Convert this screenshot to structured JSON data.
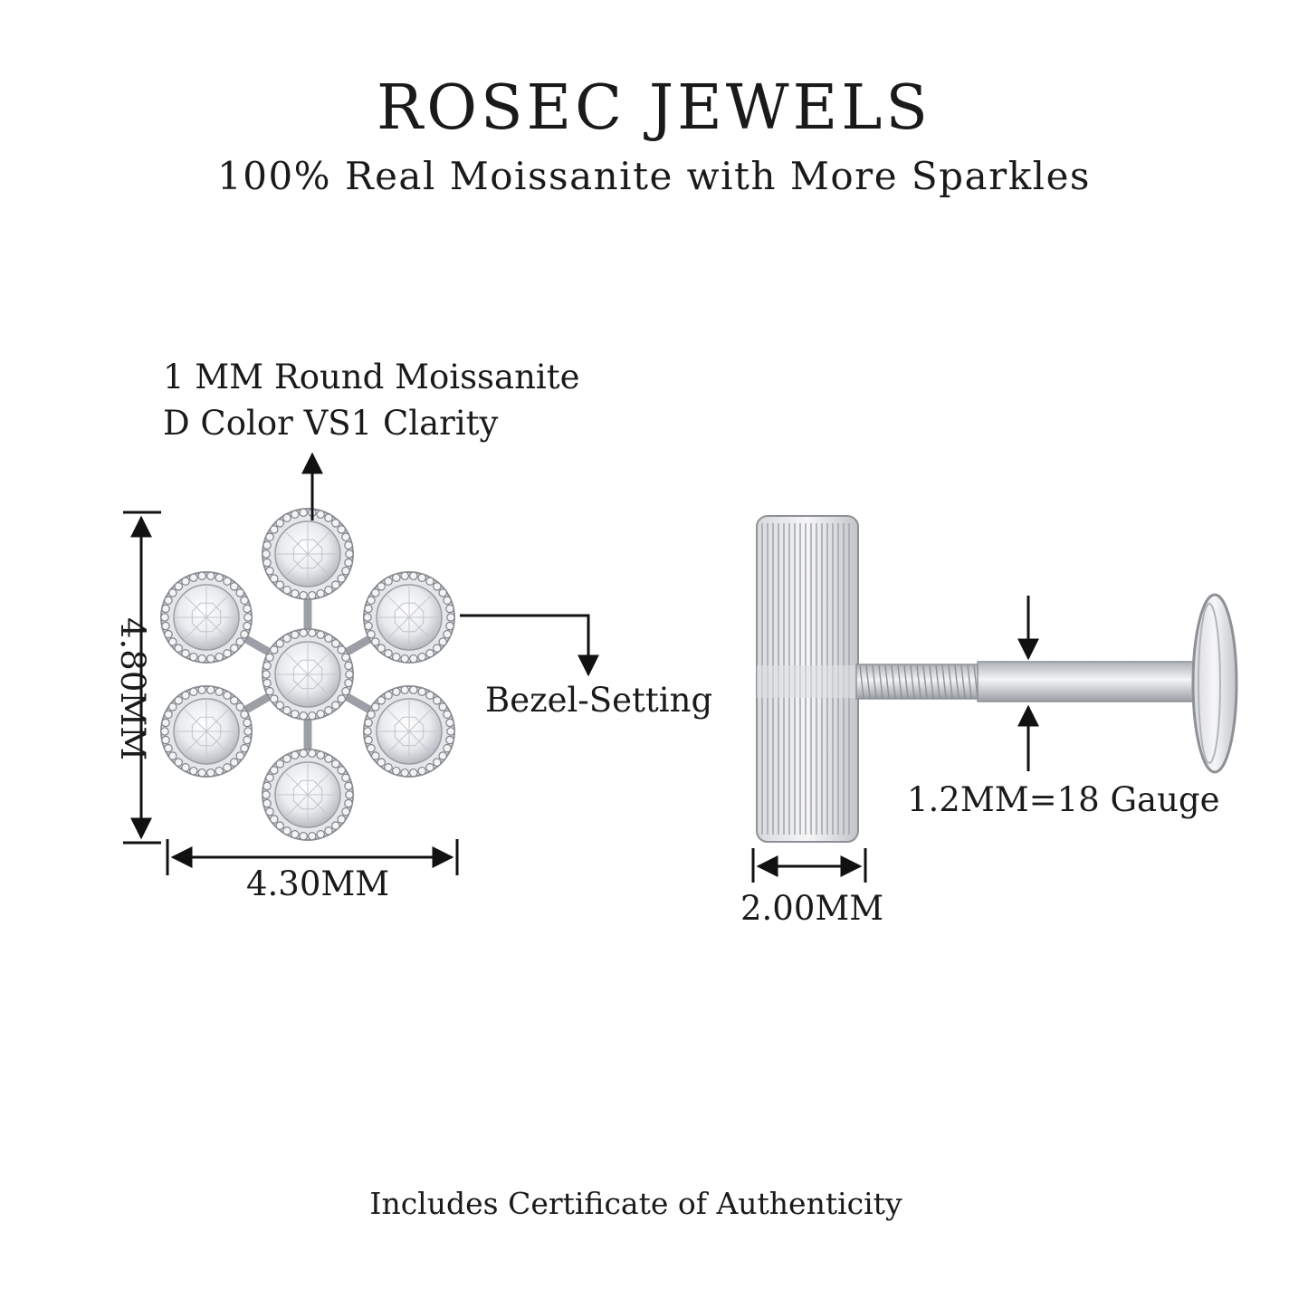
{
  "header": {
    "brand": "ROSEC JEWELS",
    "tagline": "100% Real Moissanite with More Sparkles"
  },
  "annotations": {
    "stone_line1": "1 MM Round Moissanite",
    "stone_line2": "D Color VS1 Clarity",
    "setting": "Bezel-Setting",
    "height": "4.80MM",
    "width": "4.30MM",
    "top_thickness": "2.00MM",
    "gauge": "1.2MM=18 Gauge"
  },
  "footer": {
    "note": "Includes Certificate of Authenticity"
  },
  "colors": {
    "text": "#1a1a1a",
    "metal": "#c9ccd0",
    "metal_dark": "#8d9196",
    "stone": "#f4f5f7"
  }
}
